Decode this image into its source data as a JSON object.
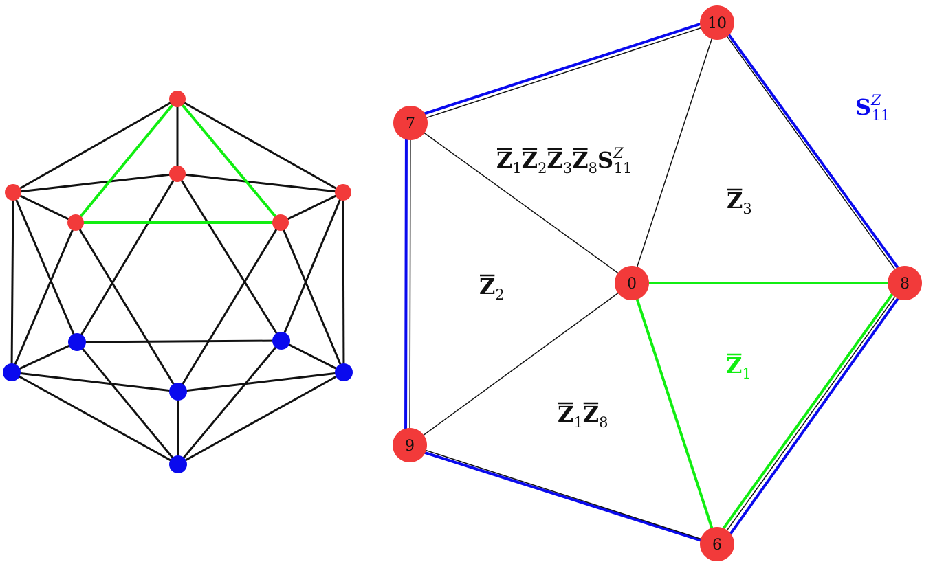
{
  "colors": {
    "red_node": "#f23a3a",
    "blue_node": "#0a0aee",
    "green": "#11ee11",
    "blue": "#0a0aee",
    "black": "#111111"
  },
  "icosahedron": {
    "red_vertices": [
      "v-top",
      "v-inner-top",
      "v-left",
      "v-right",
      "v-inner-left",
      "v-inner-right"
    ],
    "blue_vertices": [
      "v-blue-left",
      "v-blue-right",
      "v-outer-left",
      "v-outer-right",
      "v-bottom-inner",
      "v-bottom"
    ],
    "highlighted_triangle": [
      "v-top",
      "v-inner-left",
      "v-inner-right"
    ]
  },
  "pentagon": {
    "center_node": "0",
    "outer_nodes": [
      "10",
      "8",
      "6",
      "9",
      "7"
    ],
    "green_edges": [
      [
        "0",
        "8"
      ],
      [
        "0",
        "6"
      ],
      [
        "8",
        "6"
      ]
    ],
    "blue_boundary": [
      "9",
      "7",
      "10",
      "8",
      "6",
      "9"
    ]
  },
  "labels": {
    "z1z2z3z8s11": "Z̄1Z̄2Z̄3Z̄8S11Z",
    "z3": "Z̄3",
    "z2": "Z̄2",
    "z1": "Z̄1",
    "z1z8": "Z̄1Z̄8",
    "s11z": "S11Z"
  }
}
